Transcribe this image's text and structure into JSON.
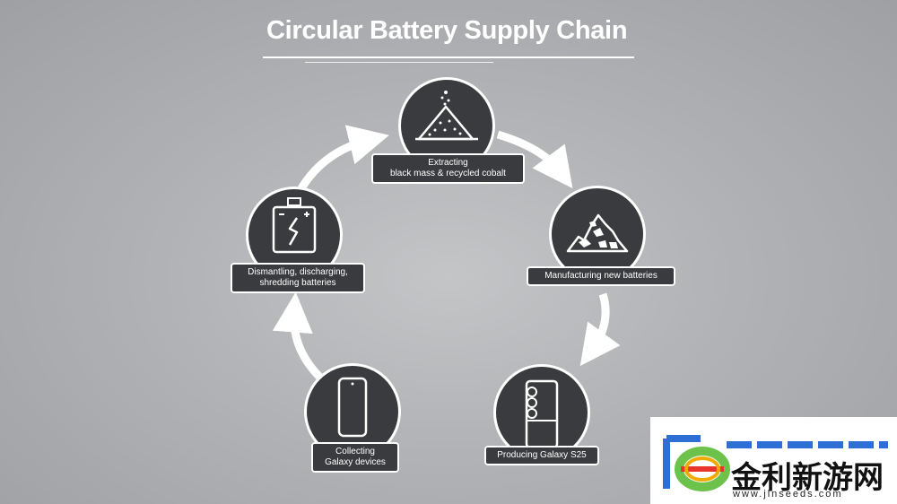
{
  "title": "Circular Battery Supply Chain",
  "steps": [
    {
      "label_lines": [
        "Extracting",
        "black mass & recycled cobalt"
      ],
      "icon": "powder-pile-icon"
    },
    {
      "label_lines": [
        "Manufacturing new batteries"
      ],
      "icon": "rock-pile-icon"
    },
    {
      "label_lines": [
        "Producing Galaxy S25"
      ],
      "icon": "foldable-phone-icon"
    },
    {
      "label_lines": [
        "Collecting",
        "Galaxy devices"
      ],
      "icon": "smartphone-icon"
    },
    {
      "label_lines": [
        "Dismantling, discharging,",
        "shredding batteries"
      ],
      "icon": "cracked-battery-icon"
    }
  ],
  "watermark": {
    "text": "金利新游网",
    "url": "www.jlnseeds.com",
    "logo": "e-letter-logo"
  }
}
